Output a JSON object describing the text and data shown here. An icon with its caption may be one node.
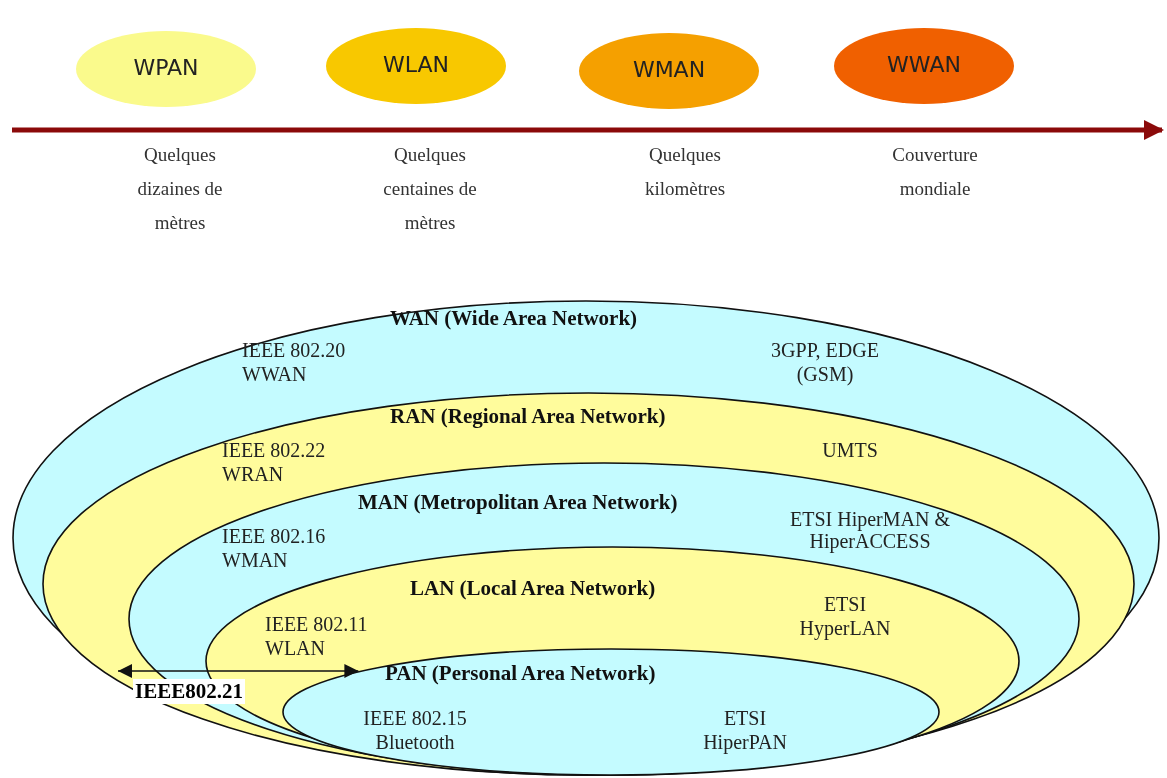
{
  "diagram": {
    "nodes": [
      {
        "text": [
          "WPAN"
        ],
        "beside": [
          "Quelques dizaines de mètres"
        ]
      },
      {
        "text": [
          "WLAN"
        ],
        "beside": [
          "Quelques centaines de mètres"
        ]
      },
      {
        "text": [
          "WMAN"
        ],
        "beside": [
          "Quelques kilomètres"
        ]
      },
      {
        "text": [
          "WWAN"
        ],
        "beside": [
          "Couverture mondiale"
        ]
      },
      {
        "text": [
          "WAN (Wide Area Network)",
          "IEEE 802.20 WWAN",
          "3GPP, EDGE (GSM)"
        ]
      },
      {
        "text": [
          "RAN (Regional Area Network)",
          "IEEE 802.22 WRAN",
          "UMTS"
        ],
        "in": 4
      },
      {
        "text": [
          "MAN (Metropolitan Area Network)",
          "IEEE 802.16 WMAN",
          "ETSI HiperMAN & HiperACCESS"
        ],
        "in": 5
      },
      {
        "text": [
          "LAN (Local Area Network)",
          "IEEE 802.11 WLAN",
          "ETSI HyperLAN"
        ],
        "in": 6
      },
      {
        "text": [
          "PAN (Personal Area Network)",
          "IEEE 802.15 Bluetooth",
          "ETSI HiperPAN"
        ],
        "in": 7
      }
    ],
    "edges": [
      {
        "from": 4,
        "to": 8,
        "arrow": "both",
        "label": "IEEE802.21"
      }
    ]
  }
}
